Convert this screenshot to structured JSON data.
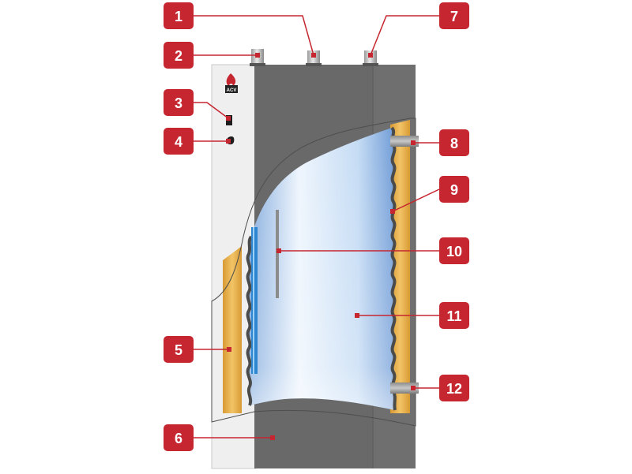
{
  "brand": {
    "logo_text": "ACV"
  },
  "colors": {
    "callout": "#c62630",
    "leader": "#c62630",
    "casing_dark": "#676767",
    "casing_light": "#eeeeee",
    "insulation": "#e6b04a",
    "tank_water": "#a7c8ee",
    "sensor_tube": "#2e86d1",
    "pipe": "#9a9a9a"
  },
  "callouts": [
    {
      "number": "1"
    },
    {
      "number": "2"
    },
    {
      "number": "3"
    },
    {
      "number": "4"
    },
    {
      "number": "5"
    },
    {
      "number": "6"
    },
    {
      "number": "7"
    },
    {
      "number": "8"
    },
    {
      "number": "9"
    },
    {
      "number": "10"
    },
    {
      "number": "11"
    },
    {
      "number": "12"
    }
  ]
}
